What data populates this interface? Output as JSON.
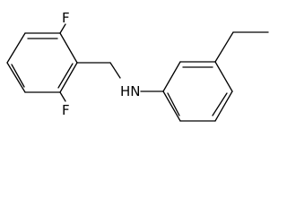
{
  "molecule": {
    "atoms": {
      "fluorine_top": "F",
      "fluorine_bottom": "F",
      "amine": "HN"
    }
  }
}
